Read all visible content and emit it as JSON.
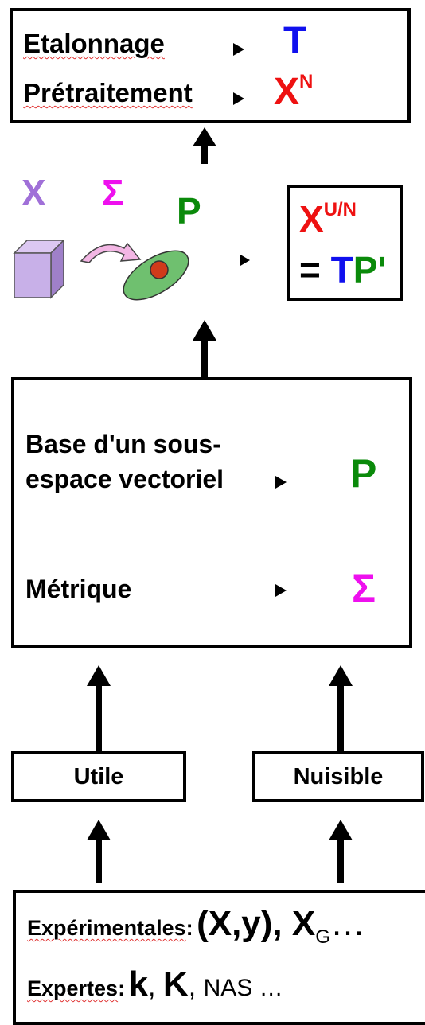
{
  "top_box": {
    "row1_label": "Etalonnage",
    "row1_symbol": "T",
    "row2_label": "Prétraitement",
    "row2_symbol": "X",
    "row2_sup": "N"
  },
  "middle": {
    "x_label": "X",
    "sigma_label": "Σ",
    "p_label": "P",
    "result_x": "X",
    "result_sup": "U/N",
    "result_eq": "= ",
    "result_t": "T",
    "result_p": "P'"
  },
  "main_box": {
    "base_line1": "Base d'un sous-",
    "base_line2": "espace vectoriel",
    "base_symbol": "P",
    "metric_label": "Métrique",
    "metric_symbol": "Σ"
  },
  "inputs": {
    "left": "Utile",
    "right": "Nuisible"
  },
  "bottom_box": {
    "exp_label": "Expérimentales",
    "exp_colon": ":",
    "exp_formula": "(X,y), X",
    "exp_sub": "G",
    "exp_tail": "…",
    "expert_label": "Expertes",
    "expert_colon": ":",
    "expert_k": "k",
    "expert_comma1": ", ",
    "expert_K": "K",
    "expert_comma2": ", ",
    "expert_nas": "NAS …"
  },
  "colors": {
    "blue": "#1010ee",
    "red": "#ee1111",
    "green": "#0a8a0a",
    "magenta": "#ee10ee",
    "purple": "#a070d8"
  }
}
